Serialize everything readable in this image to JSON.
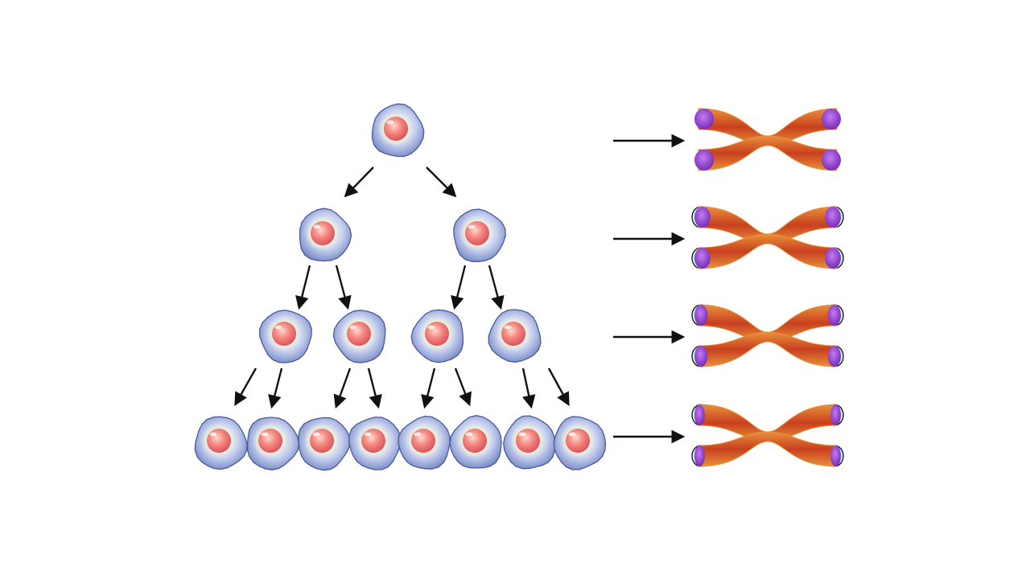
{
  "diagram": {
    "generations": [
      {
        "cells": 1,
        "telomere_level": 1.0
      },
      {
        "cells": 2,
        "telomere_level": 0.7
      },
      {
        "cells": 4,
        "telomere_level": 0.45
      },
      {
        "cells": 8,
        "telomere_level": 0.2
      }
    ],
    "colors": {
      "cell_membrane": "#8ea2d6",
      "cell_membrane_edge": "#4a5a9a",
      "cytoplasm_glow": "#f3f6c9",
      "nucleus": "#ef6f6a",
      "nucleus_highlight": "#ffd2cc",
      "arrow": "#111111",
      "chromosome_arm": "#cf4a24",
      "chromosome_arm_edge": "#e8913a",
      "telomere": "#8a2fd0",
      "telomere_lost": "#c9eeee",
      "telomere_lost_outline": "#111111",
      "background": "#ffffff"
    },
    "icons": [
      "cell-icon",
      "arrow-icon",
      "chromosome-icon",
      "telomere-icon"
    ]
  }
}
